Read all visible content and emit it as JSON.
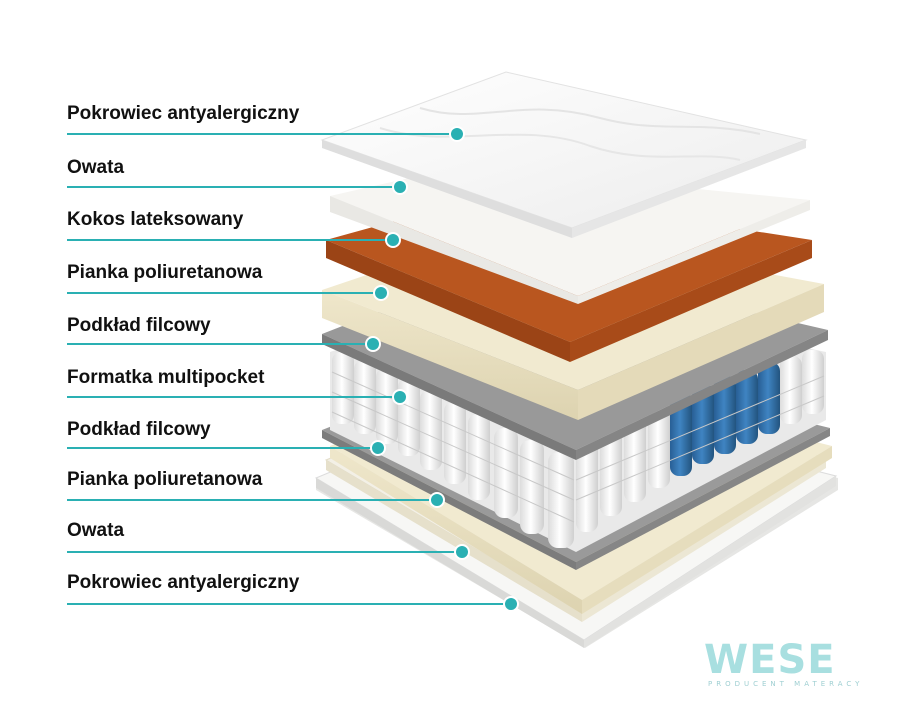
{
  "colors": {
    "accent": "#2ab0b3",
    "label_text": "#111111",
    "cover": "#f7f7f7",
    "cotton": "#f2f2f0",
    "coir": "#b4521e",
    "foam": "#ece4c6",
    "felt": "#8c8c8c",
    "spring_white": "#f4f4f4",
    "spring_blue": "#2f6faa",
    "logo": "#a8dfe0"
  },
  "layers": [
    {
      "label": "Pokrowiec antyalergiczny"
    },
    {
      "label": "Owata"
    },
    {
      "label": "Kokos lateksowany"
    },
    {
      "label": "Pianka poliuretanowa"
    },
    {
      "label": "Podkład filcowy"
    },
    {
      "label": "Formatka multipocket"
    },
    {
      "label": "Podkład filcowy"
    },
    {
      "label": "Pianka poliuretanowa"
    },
    {
      "label": "Owata"
    },
    {
      "label": "Pokrowiec antyalergiczny"
    }
  ],
  "logo": {
    "mark": "WESE",
    "tagline": "PRODUCENT MATERACY"
  }
}
